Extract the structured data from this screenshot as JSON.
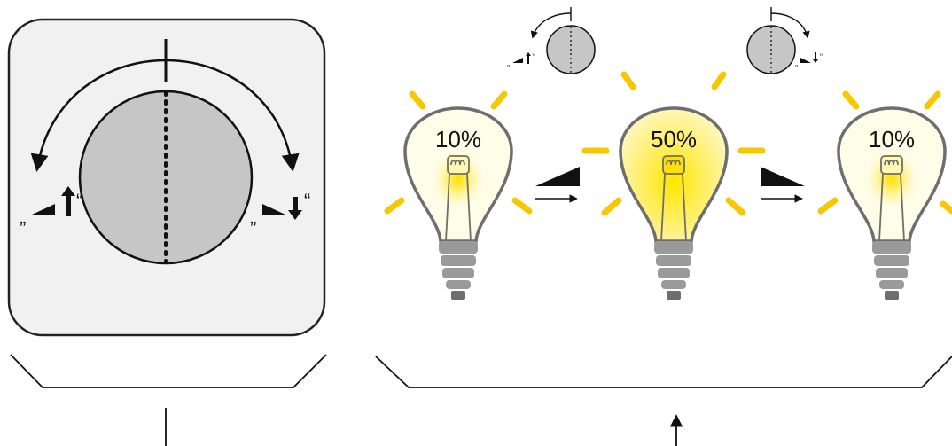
{
  "colors": {
    "panel_bg": "#f1f1f1",
    "panel_border": "#222222",
    "knob_fill": "#c6c6c6",
    "bulb_outline": "#6e6e6e",
    "glow": "#ffe100",
    "rays": "#f7c800",
    "base": "#9a9a9a",
    "ink": "#111111"
  },
  "panel": {
    "left_label_open": "„",
    "left_label_close": "“",
    "right_label_open": "„",
    "right_label_close": "“",
    "left_symbol": "ramp-up-arrow-up-icon",
    "right_symbol": "ramp-down-arrow-down-icon"
  },
  "mini_left": {
    "label_open": "„",
    "label_close": "“"
  },
  "mini_right": {
    "label_open": "„",
    "label_close": "“"
  },
  "bulbs": [
    {
      "label": "10%",
      "brightness": 0.1
    },
    {
      "label": "50%",
      "brightness": 0.5
    },
    {
      "label": "10%",
      "brightness": 0.1
    }
  ],
  "transitions": [
    {
      "symbol": "ramp-up-icon",
      "direction": "right"
    },
    {
      "symbol": "ramp-down-icon",
      "direction": "right"
    }
  ]
}
